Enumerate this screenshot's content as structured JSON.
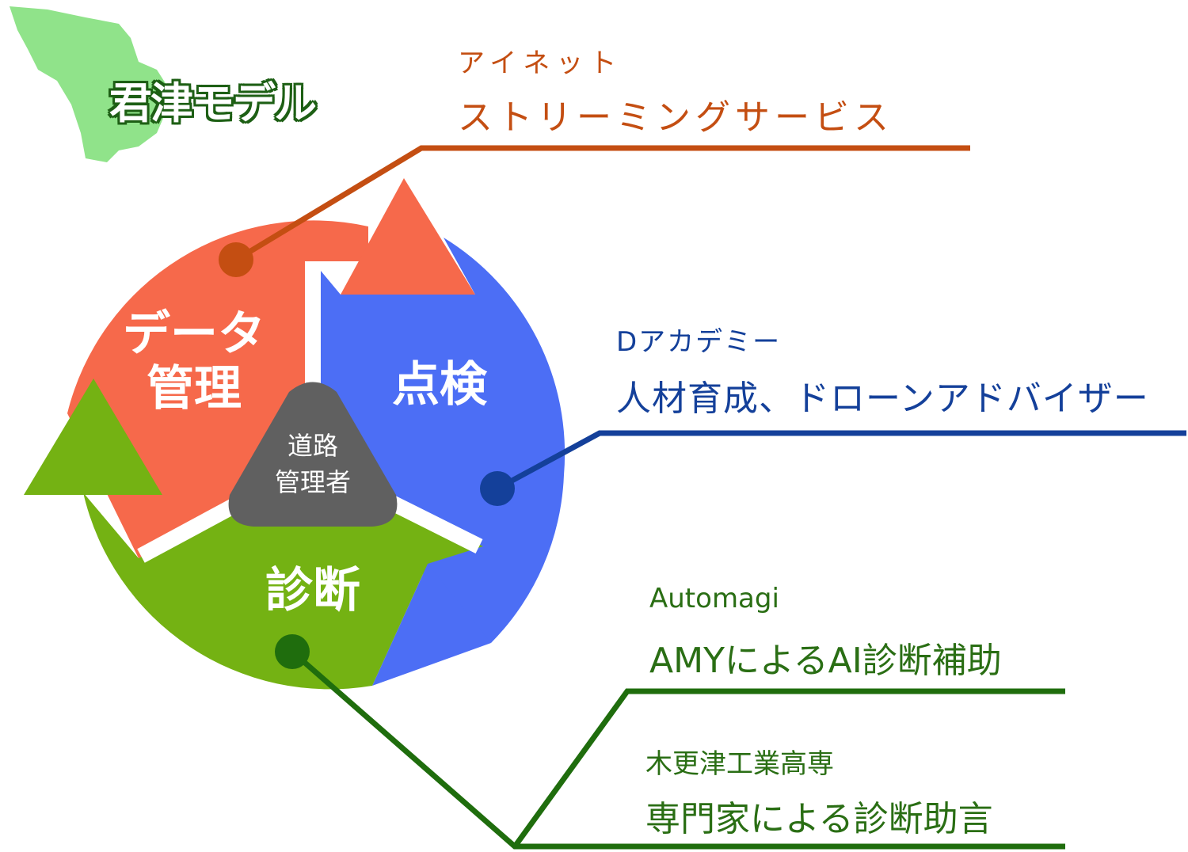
{
  "model_label": "君津モデル",
  "center_label": [
    "道路",
    "管理者"
  ],
  "segments": {
    "data_mgmt": [
      "データ",
      "管理"
    ],
    "inspection": "点検",
    "diagnosis": "診断"
  },
  "partners": [
    {
      "company": "アイネット",
      "service": "ストリーミングサービス",
      "color": "#c44e12"
    },
    {
      "company": "Dアカデミー",
      "service": "人材育成、ドローンアドバイザー",
      "color": "#14409a"
    },
    {
      "company": "Automagi",
      "service": "AMYによるAI診断補助",
      "color": "#2a6e14"
    },
    {
      "company": "木更津工業高専",
      "service": "専門家による診断助言",
      "color": "#2a6e14"
    }
  ],
  "colors": {
    "data_mgmt": "#f6694b",
    "inspection": "#4c6ef5",
    "diagnosis": "#74b213",
    "center": "#606060",
    "map": "#90e38a"
  }
}
